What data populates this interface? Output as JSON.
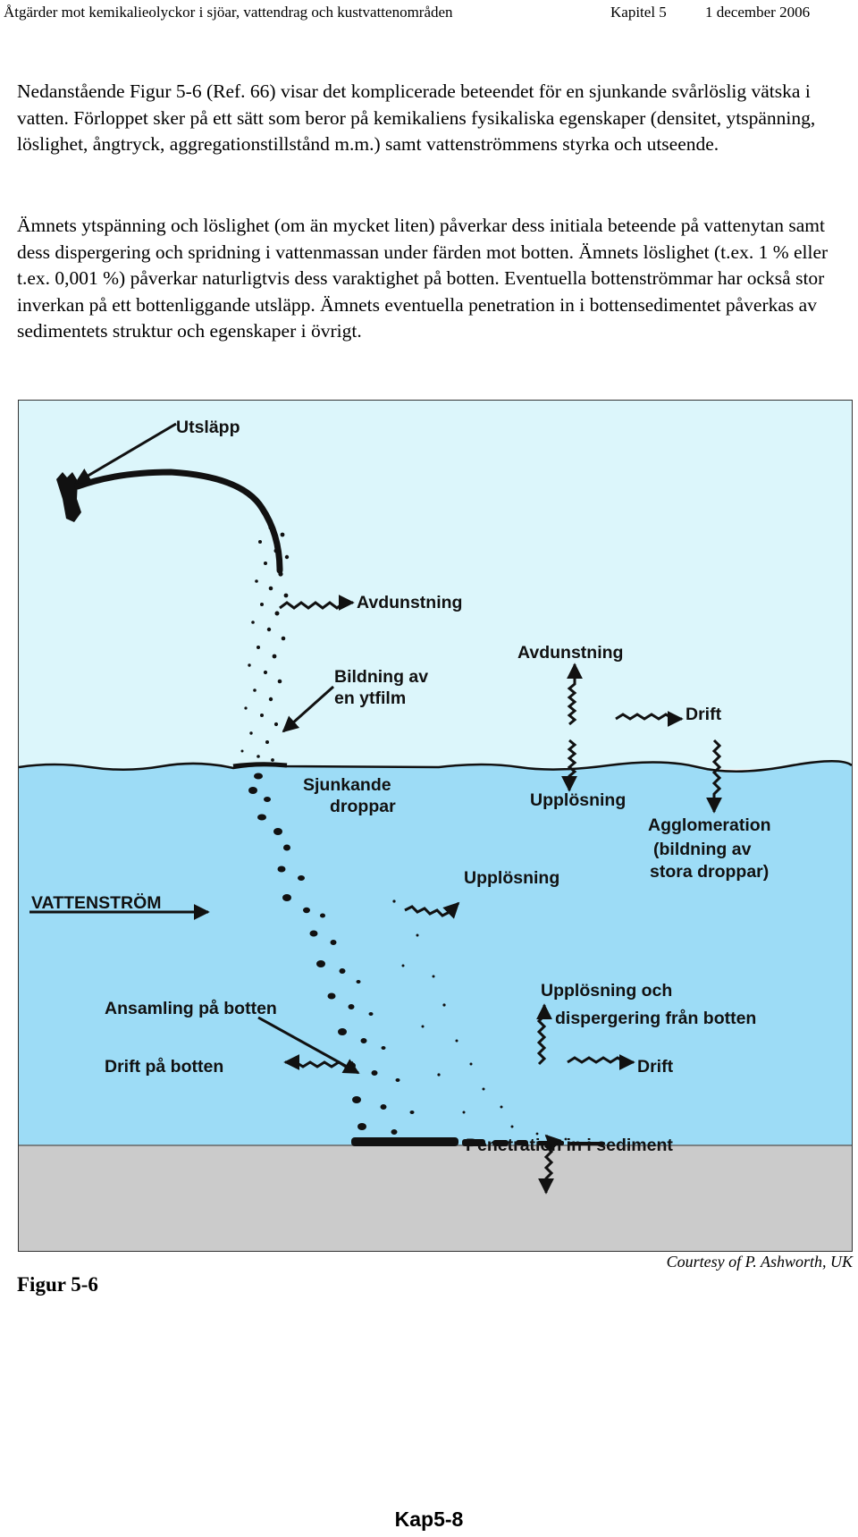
{
  "header": {
    "title": "Åtgärder mot kemikalieolyckor i sjöar, vattendrag och kustvattenområden",
    "chapter": "Kapitel 5",
    "date": "1 december 2006"
  },
  "paragraphs": [
    "Nedanstående Figur 5-6 (Ref. 66) visar det komplicerade beteendet för en sjunkande svårlöslig vätska i vatten. Förloppet sker på ett sätt som beror på kemikaliens fysikaliska egenskaper (densitet, ytspänning, löslighet, ångtryck, aggregationstillstånd m.m.) samt vattenströmmens styrka och utseende.",
    "Ämnets ytspänning och löslighet (om än mycket liten) påverkar dess initiala beteende på vattenytan samt dess dispergering och spridning i vattenmassan under färden mot botten. Ämnets löslighet (t.ex. 1 % eller t.ex. 0,001 %) påverkar naturligtvis dess varaktighet på botten. Eventuella bottenströmmar har också stor inverkan på ett bottenliggande utsläpp. Ämnets eventuella penetration in i bottensedimentet påverkas av sedimentets struktur och egenskaper i övrigt."
  ],
  "figure": {
    "colors": {
      "air": "#dcf6fb",
      "water": "#9ddcf6",
      "sediment": "#cbcbcb",
      "ink": "#111111"
    },
    "labels": {
      "utslapp": "Utsläpp",
      "avdunstning_1": "Avdunstning",
      "avdunstning_2": "Avdunstning",
      "bildning_1": "Bildning av",
      "bildning_2": "en ytfilm",
      "drift_surface": "Drift",
      "sjunkande_1": "Sjunkande",
      "sjunkande_2": "droppar",
      "upplosning_1": "Upplösning",
      "agglom_1": "Agglomeration",
      "agglom_2": "(bildning av",
      "agglom_3": "stora droppar)",
      "upplosning_2": "Upplösning",
      "vattenstrom": "VATTENSTRÖM",
      "upplosning_och": "Upplösning och",
      "dispergering": "dispergering från botten",
      "ansamling": "Ansamling på botten",
      "drift_pa_botten": "Drift på botten",
      "drift_bottom": "Drift",
      "penetration": "Penetration in i sediment"
    },
    "credit": "Courtesy of P. Ashworth, UK",
    "caption": "Figur 5-6"
  },
  "footer": {
    "page": "Kap5-8"
  }
}
